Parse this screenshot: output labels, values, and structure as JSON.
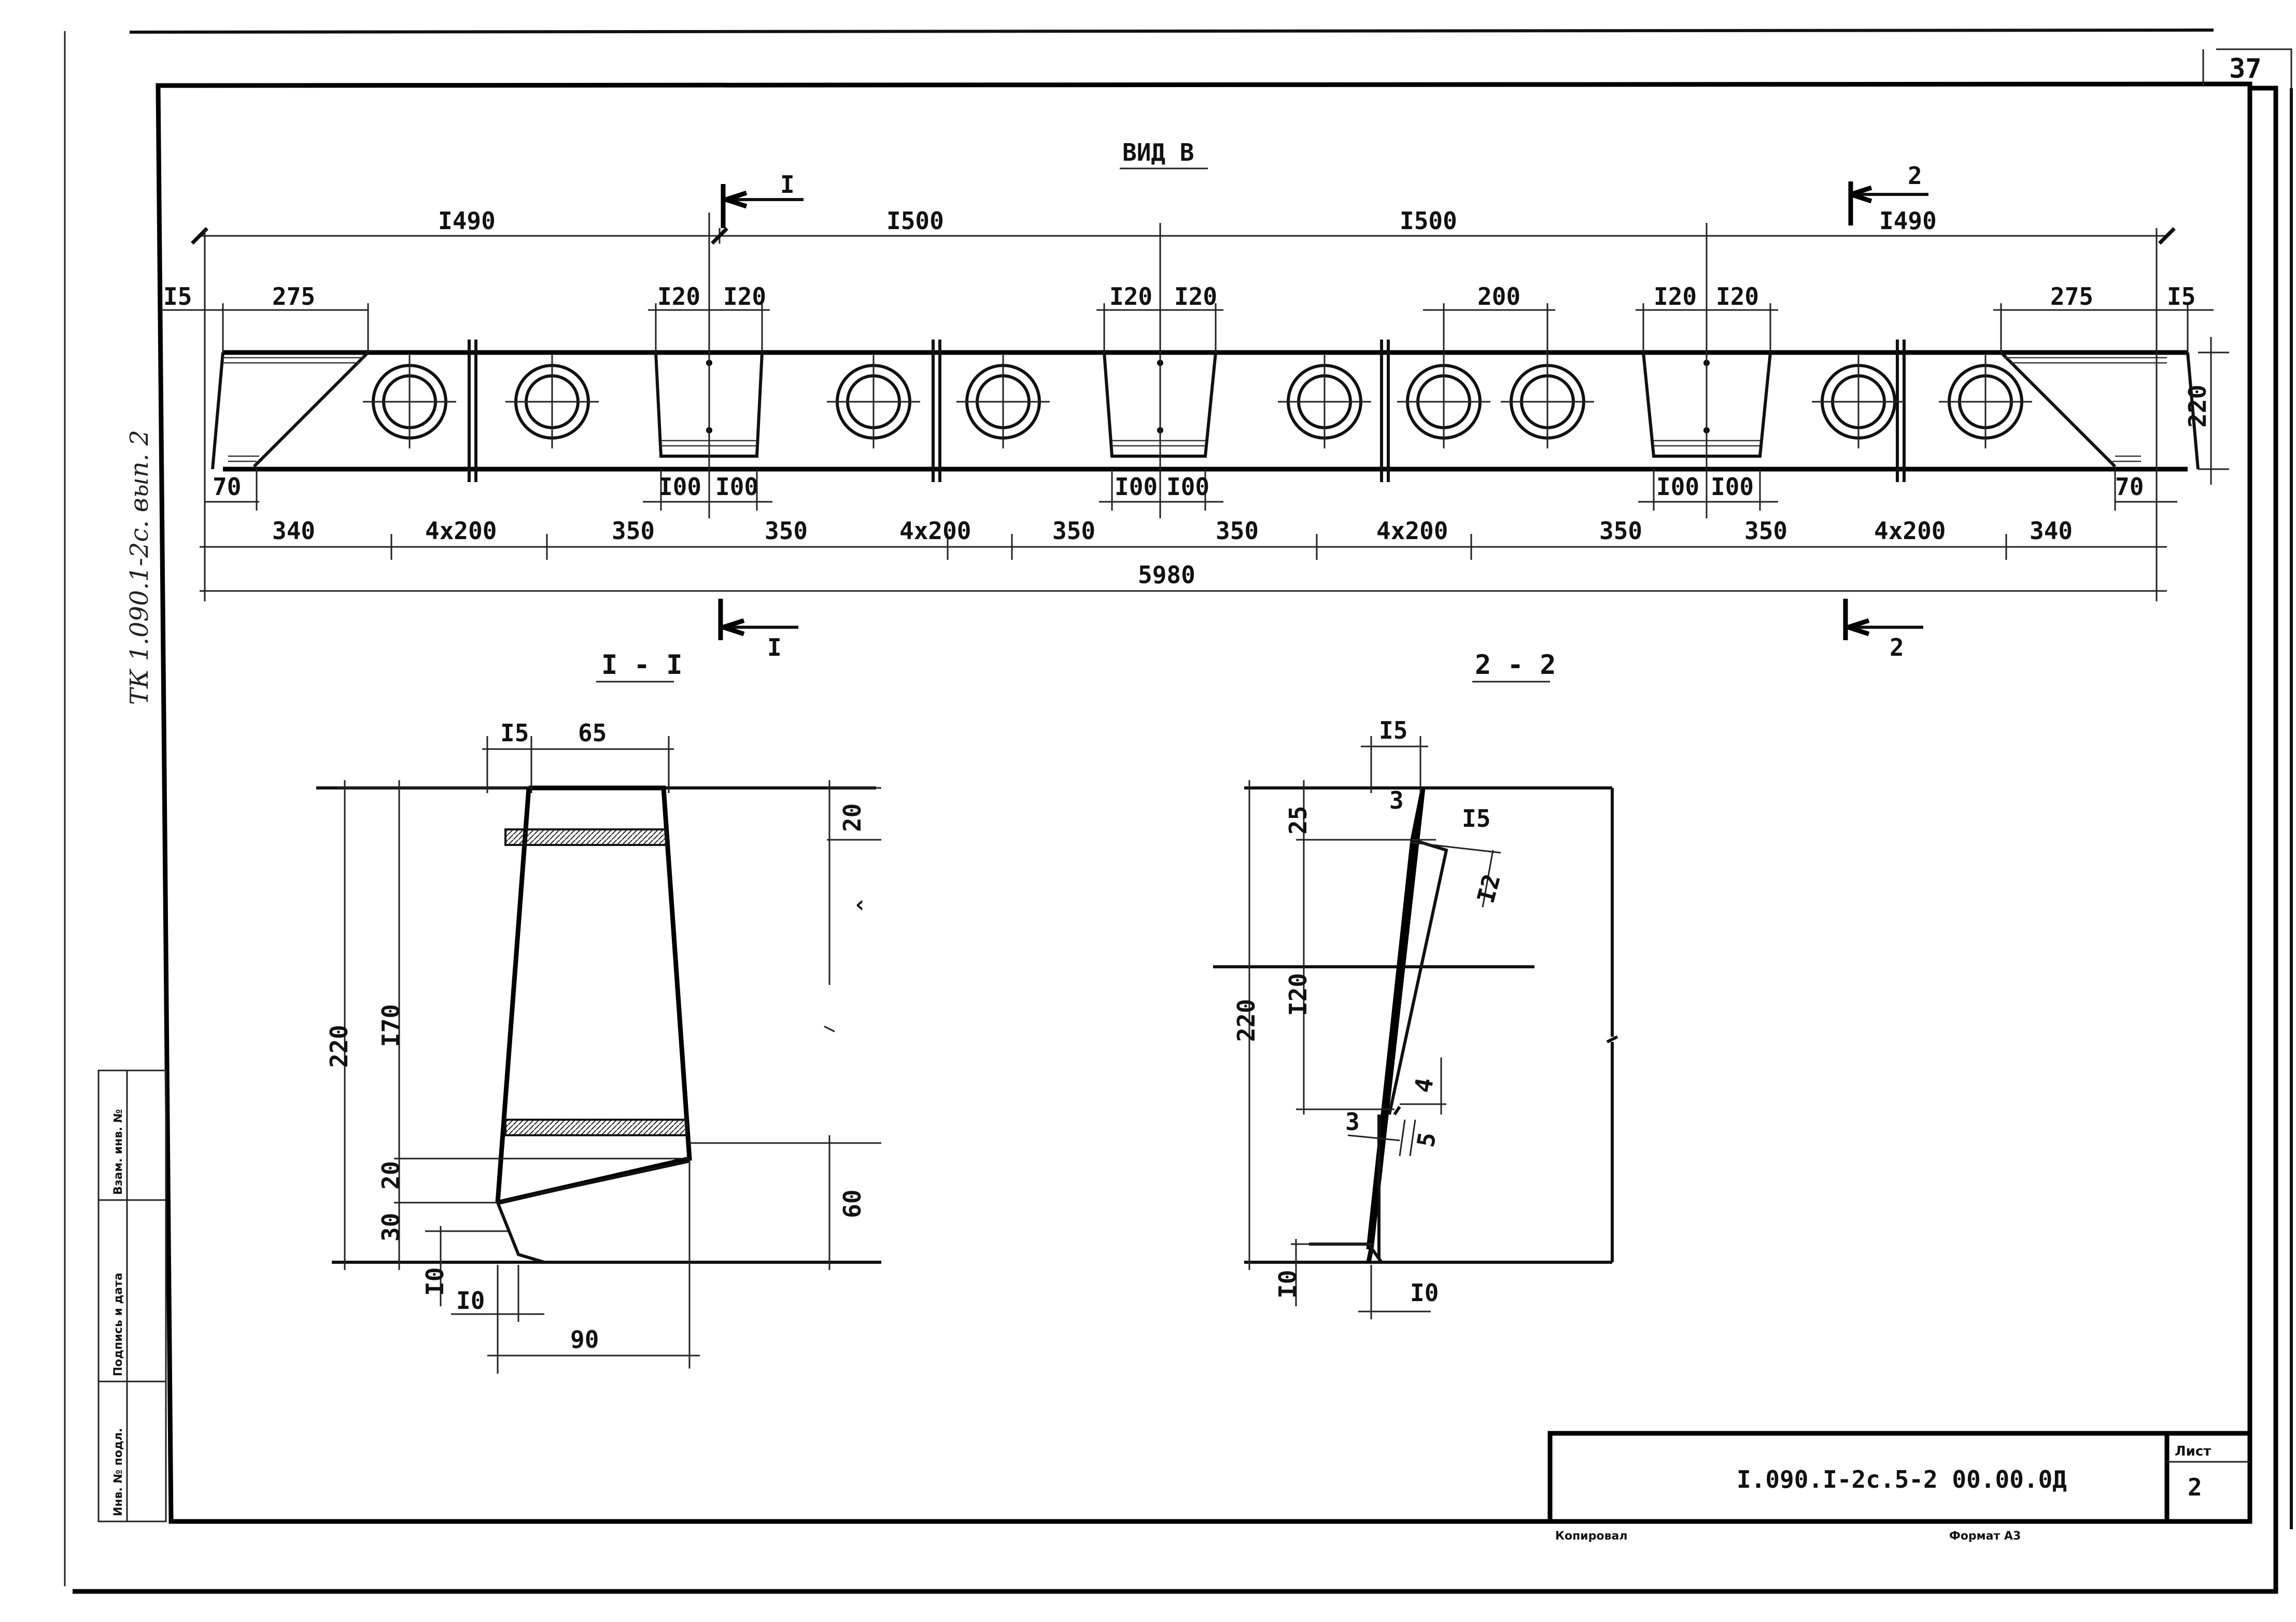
{
  "sheet_number": "37",
  "margin_note": "ТК 1.090.1-2с. вып. 2",
  "margin_signature": "",
  "view_b": {
    "title": "ВИД В",
    "section1_marker": "I",
    "section2_marker": "2",
    "top_dims": {
      "d1490_left": "I490",
      "d1500_a": "I500",
      "d1500_b": "I500",
      "d1490_right": "I490"
    },
    "upper_dims": {
      "d15_left": "I5",
      "d275_left": "275",
      "d120_a1": "I20",
      "d120_a2": "I20",
      "d120_b1": "I20",
      "d120_b2": "I20",
      "d200": "200",
      "d120_c1": "I20",
      "d120_c2": "I20",
      "d275_right": "275",
      "d15_right": "I5",
      "d220": "220"
    },
    "lower_dims": {
      "d70_left": "70",
      "d70_right": "70",
      "d100_a1": "I00",
      "d100_a2": "I00",
      "d100_b1": "I00",
      "d100_b2": "I00",
      "d100_c1": "I00",
      "d100_c2": "I00"
    },
    "bottom_dims": {
      "d340_left": "340",
      "d4x200_1": "4x200",
      "d350_1": "350",
      "d350_2": "350",
      "d4x200_2": "4x200",
      "d350_3": "350",
      "d350_4": "350",
      "d4x200_3": "4x200",
      "d350_5": "350",
      "d350_6": "350",
      "d4x200_4": "4x200",
      "d340_right": "340"
    },
    "overall": "5980"
  },
  "section_1": {
    "title": "I - I",
    "d15": "I5",
    "d65": "65",
    "d20_top": "20",
    "d220": "220",
    "d170": "I70",
    "d20": "20",
    "d30": "30",
    "d10_v": "I0",
    "d10_h": "I0",
    "d90": "90",
    "d60": "60"
  },
  "section_2": {
    "title": "2 - 2",
    "d15_top": "I5",
    "d25": "25",
    "d3_top": "3",
    "d15_side": "I5",
    "d12": "I2",
    "d220": "220",
    "d120": "I20",
    "d4": "4",
    "d3": "3",
    "d5": "5",
    "d10_v": "I0",
    "d10_h": "I0"
  },
  "title_block": {
    "code": "I.090.I-2c.5-2  00.00.0Д",
    "sheet_label": "Лист",
    "sheet_value": "2",
    "copied": "Копировал",
    "format": "Формат А3"
  },
  "left_stamp": {
    "inv_orig": "Инв. № подл.",
    "sign_date": "Подпись и дата",
    "replace_inv": "Взам. инв. №"
  }
}
